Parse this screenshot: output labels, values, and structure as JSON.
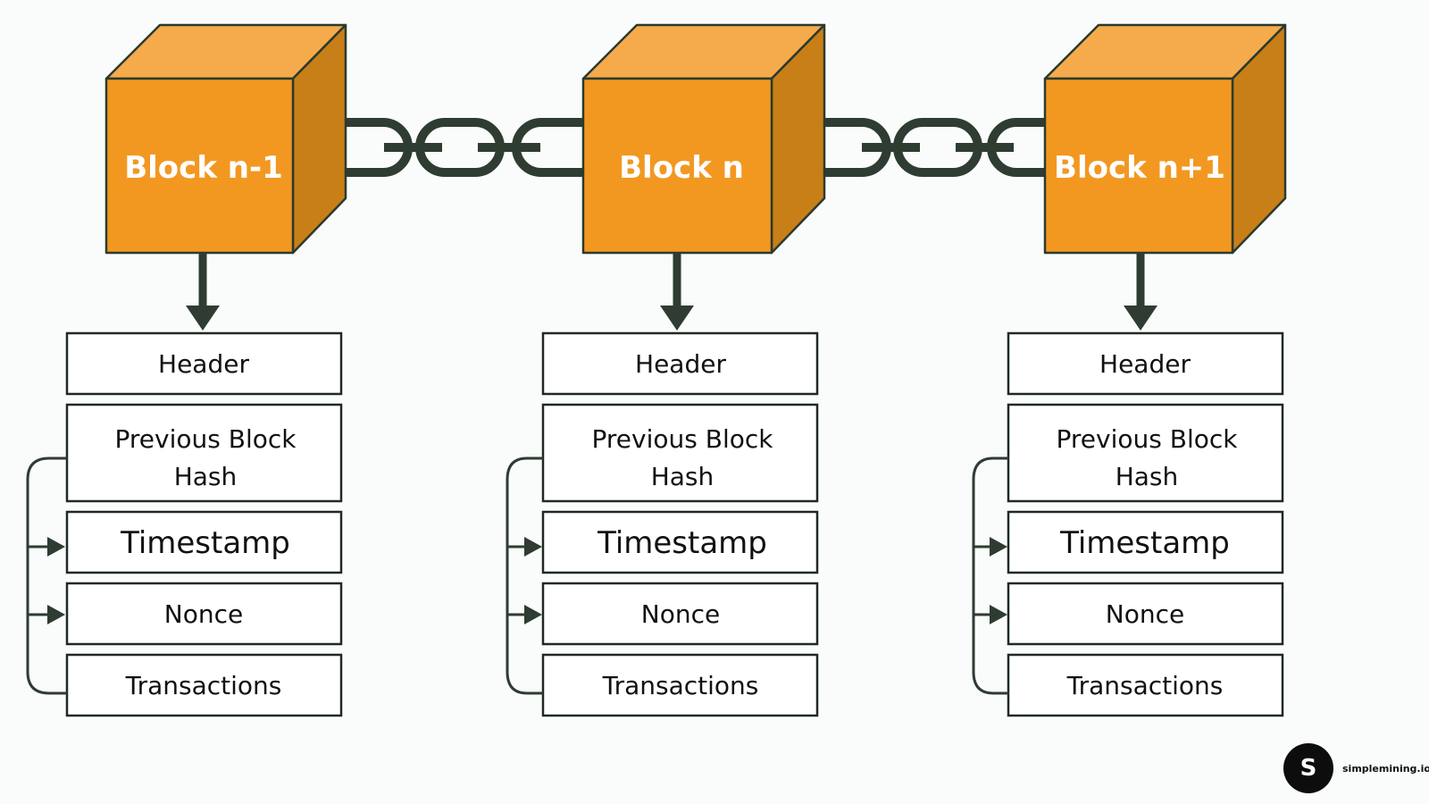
{
  "colors": {
    "block_front": "#f29821",
    "block_top": "#f5ab4b",
    "block_side": "#c97f17",
    "outline": "#2b3a2e",
    "chain": "#2e3c32",
    "box_border": "#1f2a22",
    "box_fill": "#ffffff"
  },
  "blocks": [
    {
      "label": "Block n-1",
      "fields": {
        "header": "Header",
        "previous_hash_line1": "Previous Block",
        "previous_hash_line2": "Hash",
        "timestamp": "Timestamp",
        "nonce": "Nonce",
        "transactions": "Transactions"
      }
    },
    {
      "label": "Block n",
      "fields": {
        "header": "Header",
        "previous_hash_line1": "Previous Block",
        "previous_hash_line2": "Hash",
        "timestamp": "Timestamp",
        "nonce": "Nonce",
        "transactions": "Transactions"
      }
    },
    {
      "label": "Block n+1",
      "fields": {
        "header": "Header",
        "previous_hash_line1": "Previous Block",
        "previous_hash_line2": "Hash",
        "timestamp": "Timestamp",
        "nonce": "Nonce",
        "transactions": "Transactions"
      }
    }
  ],
  "logo": {
    "letter": "S",
    "text": "simplemining.io"
  }
}
